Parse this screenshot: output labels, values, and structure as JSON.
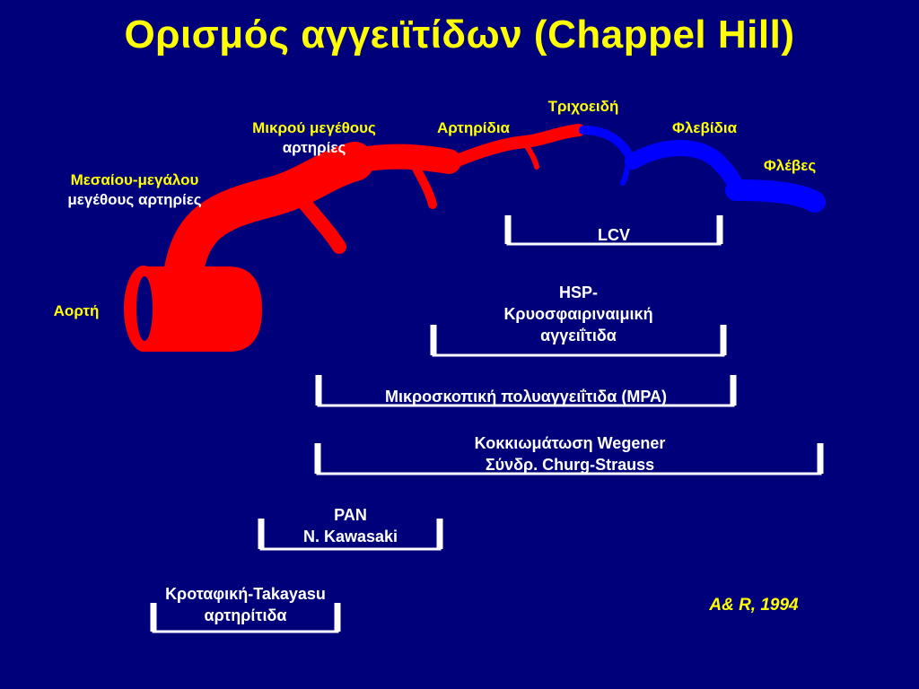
{
  "title": "Ορισμός αγγειϊτίδων (Chappel Hill)",
  "colors": {
    "background": "#00007a",
    "arterial": "#ff0000",
    "venous": "#0000ff",
    "label_yellow": "#ffff00",
    "label_white": "#ffffff"
  },
  "vessel_labels": {
    "aorta": "Αορτή",
    "medium_large_1": "Μεσαίου-μεγάλου",
    "medium_large_2": "μεγέθους αρτηρίες",
    "small_arteries_1": "Μικρού μεγέθους",
    "small_arteries_2": "αρτηρίες",
    "arterioles": "Αρτηρίδια",
    "capillaries": "Τριχοειδή",
    "venules": "Φλεβίδια",
    "veins": "Φλέβες"
  },
  "diseases": {
    "lcv": "LCV",
    "hsp_1": "HSP-",
    "hsp_2": "Κρυοσφαιριναιμική",
    "hsp_3": "αγγειΐτιδα",
    "mpa": "Μικροσκοπική πολυαγγειΐτιδα (MPA)",
    "wegener_1": "Κοκκιωμάτωση Wegener",
    "wegener_2": "Σύνδρ. Churg-Strauss",
    "pan_1": "PAN",
    "pan_2": "N. Kawasaki",
    "takayasu_1": "Κροταφική-Takayasu",
    "takayasu_2": "αρτηρίτιδα"
  },
  "reference": "A& R, 1994"
}
